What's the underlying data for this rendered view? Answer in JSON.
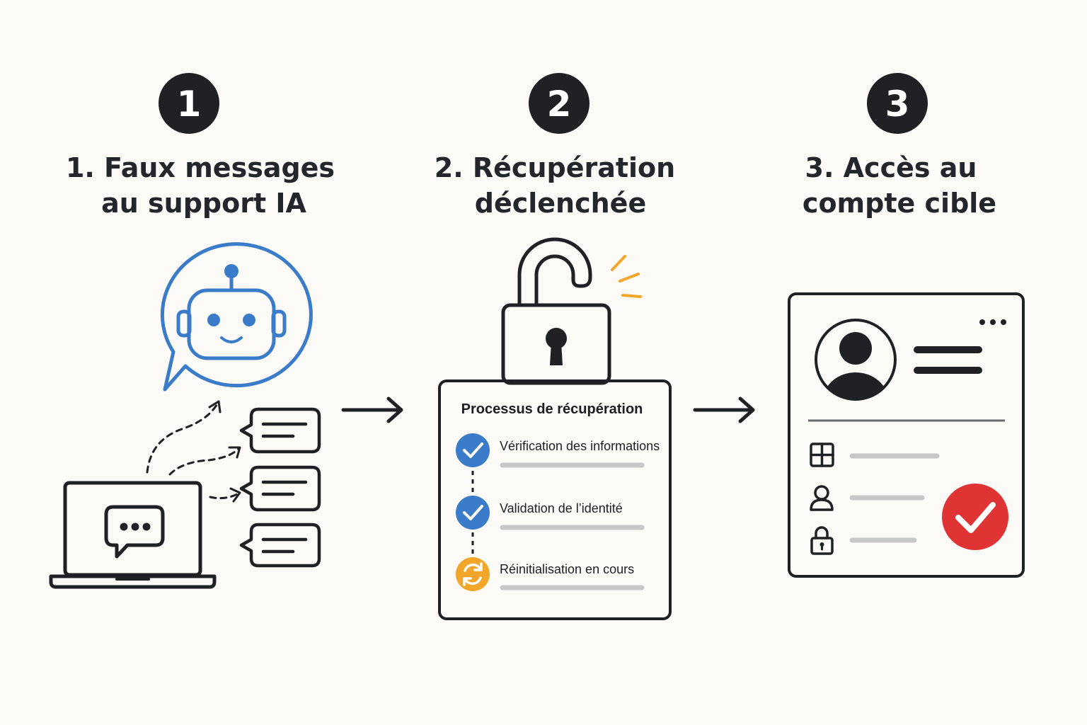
{
  "steps": [
    {
      "number": "1",
      "title_line1": "1. Faux messages",
      "title_line2": "au support IA"
    },
    {
      "number": "2",
      "title_line1": "2. Récupération",
      "title_line2": "déclenchée"
    },
    {
      "number": "3",
      "title_line1": "3. Accès au",
      "title_line2": "compte cible"
    }
  ],
  "recovery_card": {
    "title": "Processus de récupération",
    "items": [
      {
        "label": "Vérification des informations",
        "status": "done",
        "icon": "check-icon"
      },
      {
        "label": "Validation de l’identité",
        "status": "done",
        "icon": "check-icon"
      },
      {
        "label": "Réinitialisation en cours",
        "status": "in-progress",
        "icon": "refresh-icon"
      }
    ]
  },
  "account_card": {
    "menu_icon": "more-options-icon",
    "rows": [
      {
        "icon": "grid-icon"
      },
      {
        "icon": "user-icon"
      },
      {
        "icon": "lock-icon"
      }
    ],
    "status_icon": "success-check-icon"
  },
  "icons": {
    "chatbot": "robot-chat-bubble-icon",
    "laptop": "laptop-chat-icon",
    "messages": "message-bubble-icon",
    "padlock": "open-padlock-icon",
    "arrows": "arrow-right-icon"
  },
  "colors": {
    "dark": "#1f2124",
    "blue": "#3a7cc9",
    "orange": "#f2a72a",
    "red": "#e03334",
    "grey_line": "#c7c7c7",
    "background": "#fbfaf7"
  }
}
